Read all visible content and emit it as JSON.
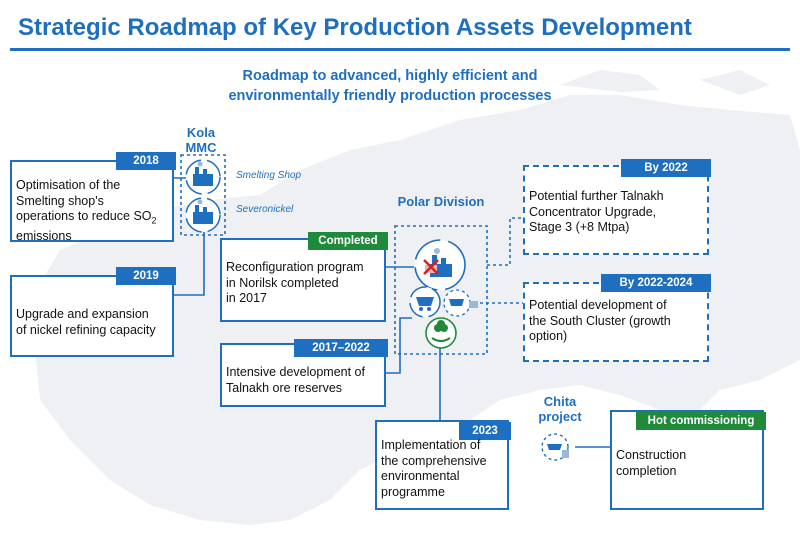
{
  "header": {
    "title": "Strategic Roadmap of Key Production Assets Development",
    "subtitle_line1": "Roadmap to advanced, highly efficient and",
    "subtitle_line2": "environmentally friendly production processes"
  },
  "sites": {
    "kola_line1": "Kola",
    "kola_line2": "MMC",
    "kola_smelting": "Smelting Shop",
    "kola_severonickel": "Severonickel",
    "polar": "Polar Division",
    "chita_line1": "Chita",
    "chita_line2": "project"
  },
  "boxes": {
    "y2018": {
      "tag": "2018",
      "line1": "Optimisation of the",
      "line2": "Smelting shop's",
      "line3a": "operations to reduce SO",
      "line3sub": "2",
      "line4": "emissions"
    },
    "y2019": {
      "tag": "2019",
      "line1": "Upgrade and expansion",
      "line2": "of nickel refining capacity"
    },
    "completed": {
      "tag": "Completed",
      "line1": "Reconfiguration program",
      "line2": "in Norilsk completed",
      "line3": "in 2017"
    },
    "y2017_2022": {
      "tag": "2017–2022",
      "line1": "Intensive development of",
      "line2": "Talnakh ore reserves"
    },
    "y2023": {
      "tag": "2023",
      "line1": "Implementation of",
      "line2": "the comprehensive",
      "line3": "environmental",
      "line4": "programme"
    },
    "by2022": {
      "tag": "By 2022",
      "line1": "Potential further Talnakh",
      "line2": "Concentrator Upgrade,",
      "line3": "Stage 3 (+8 Mtpa)"
    },
    "by2022_2024": {
      "tag": "By 2022-2024",
      "line1": "Potential development of",
      "line2": "the South Cluster (growth",
      "line3": "option)"
    },
    "hot": {
      "tag": "Hot commissioning",
      "line1": "Construction",
      "line2": "completion"
    }
  },
  "colors": {
    "accent": "#1f6fc0",
    "green": "#1e8a3a",
    "map": "#eef0f3"
  },
  "icons": [
    "factory-icon",
    "refinery-icon",
    "mine-cart-icon",
    "eco-leaf-hand-icon",
    "closed-factory-icon"
  ]
}
